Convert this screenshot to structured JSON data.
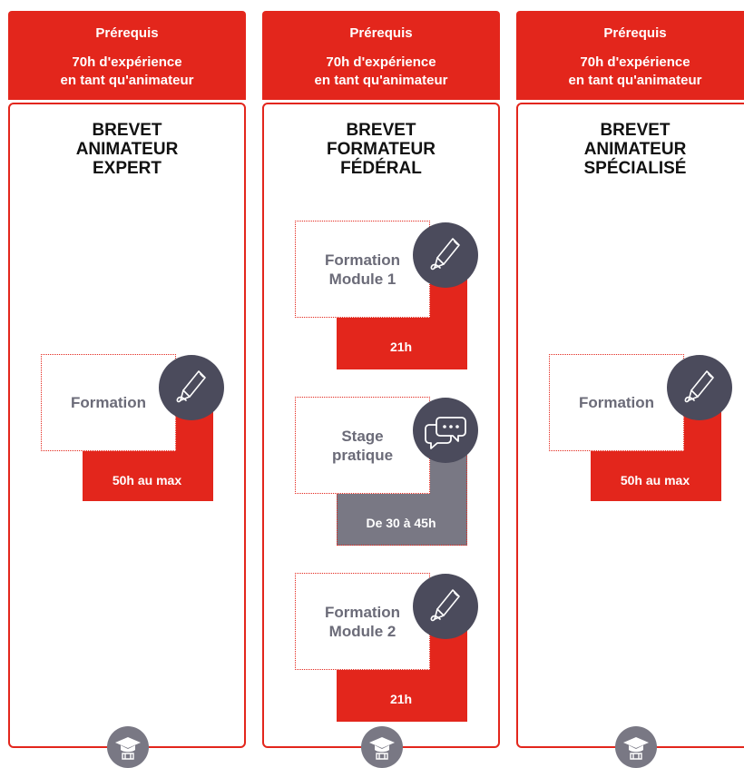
{
  "columns": [
    {
      "prereq": {
        "title": "Prérequis",
        "line1": "70h d'expérience",
        "line2": "en tant qu'animateur"
      },
      "title_lines": [
        "BREVET",
        "ANIMATEUR",
        "EXPERT"
      ],
      "steps": [
        {
          "label_lines": [
            "Formation"
          ],
          "duration": "50h au max",
          "icon": "pencil-icon",
          "bar_color": "#e3261c"
        }
      ],
      "footer_icon": "graduation-cap-icon"
    },
    {
      "prereq": {
        "title": "Prérequis",
        "line1": "70h d'expérience",
        "line2": "en tant qu'animateur"
      },
      "title_lines": [
        "BREVET",
        "FORMATEUR",
        "FÉDÉRAL"
      ],
      "steps": [
        {
          "label_lines": [
            "Formation",
            "Module 1"
          ],
          "duration": "21h",
          "icon": "pencil-icon",
          "bar_color": "#e3261c"
        },
        {
          "label_lines": [
            "Stage",
            "pratique"
          ],
          "duration": "De 30 à 45h",
          "icon": "chat-bubbles-icon",
          "bar_color": "#797884"
        },
        {
          "label_lines": [
            "Formation",
            "Module 2"
          ],
          "duration": "21h",
          "icon": "pencil-icon",
          "bar_color": "#e3261c"
        }
      ],
      "footer_icon": "graduation-cap-icon"
    },
    {
      "prereq": {
        "title": "Prérequis",
        "line1": "70h d'expérience",
        "line2": "en tant qu'animateur"
      },
      "title_lines": [
        "BREVET",
        "ANIMATEUR",
        "SPÉCIALISÉ"
      ],
      "steps": [
        {
          "label_lines": [
            "Formation"
          ],
          "duration": "50h au max",
          "icon": "pencil-icon",
          "bar_color": "#e3261c"
        }
      ],
      "footer_icon": "graduation-cap-icon"
    }
  ],
  "colors": {
    "accent": "#e3261c",
    "icon_bg": "#4b4b5c",
    "grey_bar": "#797884",
    "label_text": "#6b6b78"
  }
}
